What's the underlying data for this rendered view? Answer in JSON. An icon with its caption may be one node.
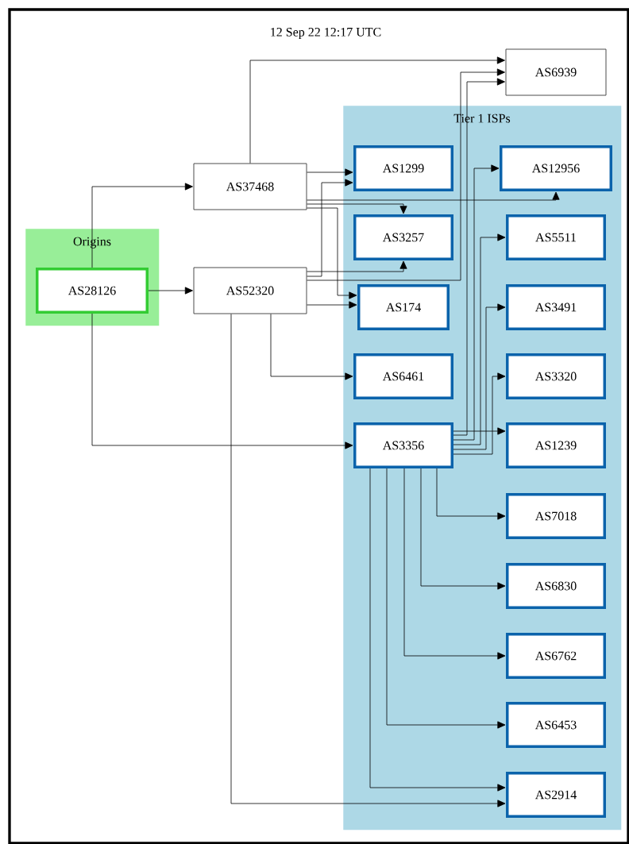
{
  "diagram": {
    "title": "12 Sep 22 12:17 UTC",
    "nodes": [
      {
        "text": [
          "Origins"
        ]
      },
      {
        "text": [
          "AS28126"
        ],
        "in": 0
      },
      {
        "text": [
          "AS37468"
        ]
      },
      {
        "text": [
          "AS52320"
        ]
      },
      {
        "text": [
          "AS6939"
        ]
      },
      {
        "text": [
          "Tier 1 ISPs"
        ]
      },
      {
        "text": [
          "AS1299"
        ],
        "in": 5
      },
      {
        "text": [
          "AS12956"
        ],
        "in": 5
      },
      {
        "text": [
          "AS3257"
        ],
        "in": 5
      },
      {
        "text": [
          "AS5511"
        ],
        "in": 5
      },
      {
        "text": [
          "AS174"
        ],
        "in": 5
      },
      {
        "text": [
          "AS3491"
        ],
        "in": 5
      },
      {
        "text": [
          "AS6461"
        ],
        "in": 5
      },
      {
        "text": [
          "AS3320"
        ],
        "in": 5
      },
      {
        "text": [
          "AS3356"
        ],
        "in": 5
      },
      {
        "text": [
          "AS1239"
        ],
        "in": 5
      },
      {
        "text": [
          "AS7018"
        ],
        "in": 5
      },
      {
        "text": [
          "AS6830"
        ],
        "in": 5
      },
      {
        "text": [
          "AS6762"
        ],
        "in": 5
      },
      {
        "text": [
          "AS6453"
        ],
        "in": 5
      },
      {
        "text": [
          "AS2914"
        ],
        "in": 5
      }
    ],
    "edges": [
      {
        "from": 1,
        "to": 2,
        "arrow": "to"
      },
      {
        "from": 1,
        "to": 3,
        "arrow": "to"
      },
      {
        "from": 1,
        "to": 14,
        "arrow": "to"
      },
      {
        "from": 2,
        "to": 4,
        "arrow": "to"
      },
      {
        "from": 2,
        "to": 6,
        "arrow": "to"
      },
      {
        "from": 2,
        "to": 7,
        "arrow": "to"
      },
      {
        "from": 2,
        "to": 8,
        "arrow": "to"
      },
      {
        "from": 2,
        "to": 10,
        "arrow": "to"
      },
      {
        "from": 3,
        "to": 6,
        "arrow": "to"
      },
      {
        "from": 3,
        "to": 8,
        "arrow": "to"
      },
      {
        "from": 3,
        "to": 4,
        "arrow": "to"
      },
      {
        "from": 3,
        "to": 10,
        "arrow": "to"
      },
      {
        "from": 3,
        "to": 12,
        "arrow": "to"
      },
      {
        "from": 3,
        "to": 20,
        "arrow": "to"
      },
      {
        "from": 14,
        "to": 15,
        "arrow": "to"
      },
      {
        "from": 14,
        "to": 13,
        "arrow": "to"
      },
      {
        "from": 14,
        "to": 11,
        "arrow": "to"
      },
      {
        "from": 14,
        "to": 9,
        "arrow": "to"
      },
      {
        "from": 14,
        "to": 7,
        "arrow": "to"
      },
      {
        "from": 14,
        "to": 4,
        "arrow": "to"
      },
      {
        "from": 14,
        "to": 16,
        "arrow": "to"
      },
      {
        "from": 14,
        "to": 17,
        "arrow": "to"
      },
      {
        "from": 14,
        "to": 18,
        "arrow": "to"
      },
      {
        "from": 14,
        "to": 19,
        "arrow": "to"
      },
      {
        "from": 14,
        "to": 20,
        "arrow": "to"
      }
    ]
  }
}
